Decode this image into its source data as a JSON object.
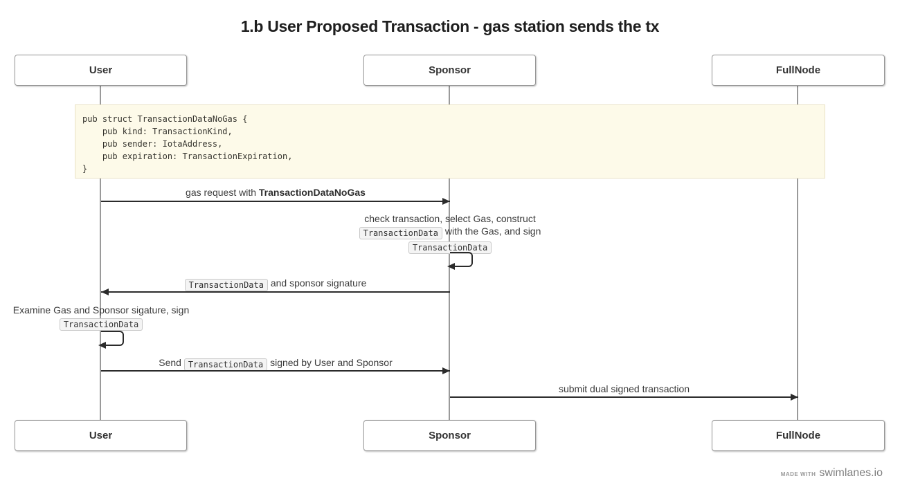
{
  "title": "1.b User Proposed Transaction - gas station sends the tx",
  "actors": [
    "User",
    "Sponsor",
    "FullNode"
  ],
  "note_code": {
    "lines": [
      "pub struct TransactionDataNoGas {",
      "    pub kind: TransactionKind,",
      "    pub sender: IotaAddress,",
      "    pub expiration: TransactionExpiration,",
      "}"
    ]
  },
  "messages": {
    "gas_request": {
      "pre": "gas request with ",
      "bold": "TransactionDataNoGas"
    },
    "sponsor_self": {
      "line1": "check transaction, select Gas, construct",
      "chip1": "TransactionData",
      "line2_rest": " with the Gas, and sign",
      "chip2": "TransactionData"
    },
    "sponsor_reply": {
      "chip": "TransactionData",
      "rest": " and sponsor signature"
    },
    "user_self": {
      "line1": "Examine Gas and Sponsor sigature, sign",
      "chip": "TransactionData"
    },
    "send_signed": {
      "pre": "Send ",
      "chip": "TransactionData",
      "rest": " signed by User and Sponsor"
    },
    "submit": {
      "label": "submit dual signed transaction"
    }
  },
  "footer": {
    "made_with": "MADE WITH",
    "brand": "swimlanes.io"
  },
  "colors": {
    "note_bg": "#fdfae9",
    "note_border": "#e9e2c5",
    "chip_bg": "#f4f4f4",
    "chip_border": "#c8c8c8",
    "arrow": "#2b2b2b",
    "lifeline": "#9a9a9a",
    "box_border": "#979797",
    "label_text": "#3b3b3b"
  }
}
